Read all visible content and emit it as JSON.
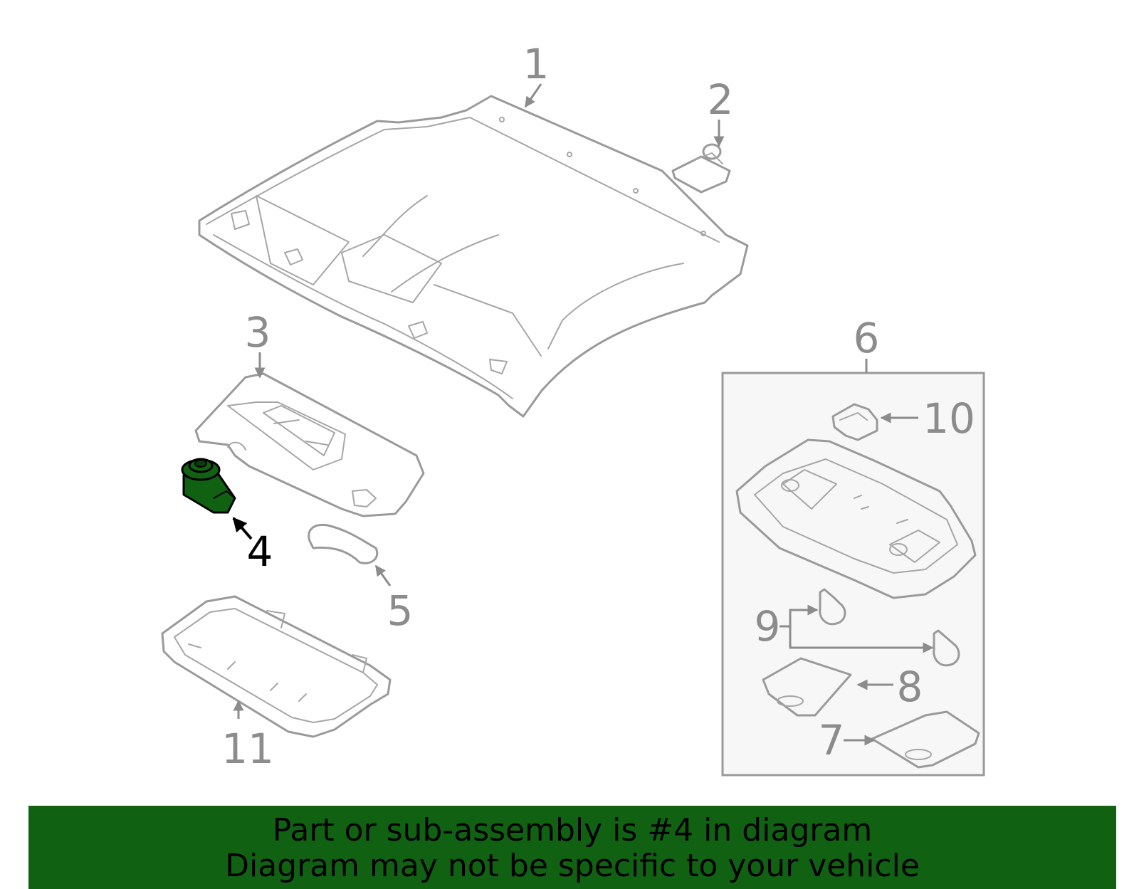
{
  "diagram": {
    "callouts": [
      "1",
      "2",
      "3",
      "4",
      "5",
      "6",
      "7",
      "8",
      "9",
      "10",
      "11"
    ],
    "highlighted_part": "4",
    "highlight_color": "#116113",
    "line_color": "#9a9a9a"
  },
  "banner": {
    "line1": "Part or sub-assembly is #4 in diagram",
    "line2": "Diagram may not be specific to your vehicle",
    "background": "#116113"
  }
}
